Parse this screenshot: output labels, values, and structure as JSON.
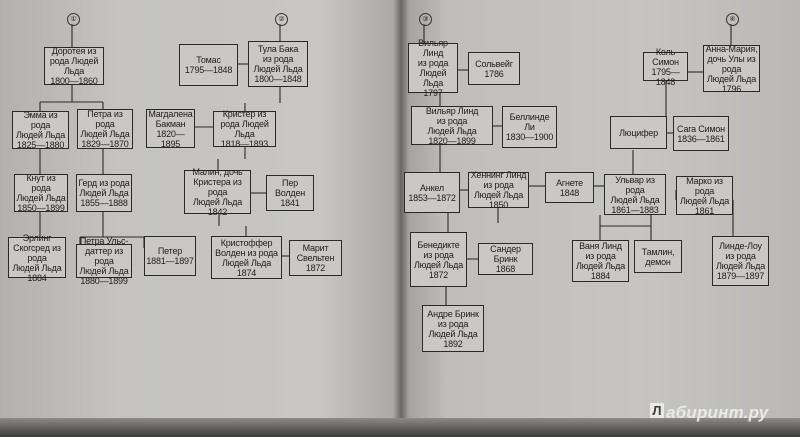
{
  "page_numbers": [
    "①",
    "②",
    "③",
    "④"
  ],
  "persons": {
    "doroteya": "Доротея из\nрода Людей\nЛьда\n1800—1860",
    "tomas": "Томас\n1795—1848",
    "tula": "Тула Бака\nиз рода\nЛюдей Льда\n1800—1848",
    "emma": "Эмма из рода\nЛюдей Льда\n1825—1880",
    "petra": "Петра из\nрода\nЛюдей Льда\n1829—1870",
    "magdalena": "Магдалена\nБакман\n1820—1895",
    "krister": "Кристер из\nрода Людей\nЛьда\n1818—1893",
    "knut": "Кнут из рода\nЛюдей Льда\n1850—1899",
    "gerd": "Герд из рода\nЛюдей Льда\n1855—1888",
    "malin": "Малин, дочь\nКристера из рода\nЛюдей Льда\n1842",
    "per": "Пер Волден\n1841",
    "erling": "Эрлинг Скогсред из рода\nЛюдей Льда\n1884",
    "petra_ulv": "Петра Ульс-\nдаттер из рода\nЛюдей Льда\n1880—1899",
    "peter": "Петер\n1881—1897",
    "kristoffer": "Кристоффер\nВолден из рода\nЛюдей Льда\n1874",
    "marit": "Марит\nСвельтен\n1872",
    "vil_lind": "Вильяр Линд\nиз рода\nЛюдей Льда\n1797",
    "solveig": "Сольвейг\n1786",
    "kol_simon": "Коль Симон\n1795—1848",
    "anna_maria": "Анна-Мария,\nдочь Улы из рода\nЛюдей Льда\n1796",
    "vilyar": "Вильяр Линд\nиз рода\nЛюдей Льда\n1820—1899",
    "bellinde": "Беллинде\nЛи\n1830—1900",
    "lyutsifer": "Люцифер",
    "saga": "Сага Симон\n1836—1861",
    "anel": "Анкел\n1853—1872",
    "henning": "Хеннинг Линд\nиз рода\nЛюдей Льда\n1850",
    "agnete": "Агнете\n1848",
    "ulvar": "Ульвар из\nрода\nЛюдей Льда\n1861—1883",
    "marko": "Марко из\nрода\nЛюдей Льда\n1861",
    "benedikte": "Бенедикте\nиз рода\nЛюдей Льда\n1872",
    "sander": "Сандер\nБринк\n1868",
    "vanya": "Ваня Линд\nиз рода\nЛюдей Льда\n1884",
    "tamlin": "Тамлин,\nдемон",
    "linde_lou": "Линде-Лоу\nиз рода\nЛюдей Льда\n1879—1897",
    "andre": "Андре Бринк\nиз рода\nЛюдей Льда\n1892"
  },
  "watermark": "абиринт.ру",
  "watermark_letter": "Л"
}
